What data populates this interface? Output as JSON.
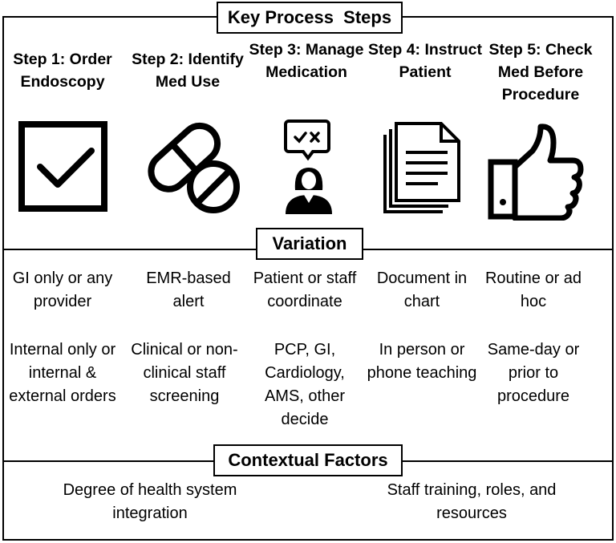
{
  "sections": {
    "key_process_title": "Key Process  Steps",
    "variation_title": "Variation",
    "contextual_title": "Contextual Factors"
  },
  "steps": [
    {
      "title": "Step 1: Order Endoscopy",
      "icon": "checkbox-icon"
    },
    {
      "title": "Step 2: Identify Med Use",
      "icon": "pills-icon"
    },
    {
      "title": "Step 3: Manage Medication",
      "icon": "person-speech-bubble-icon"
    },
    {
      "title": "Step 4: Instruct Patient",
      "icon": "documents-icon"
    },
    {
      "title": "Step 5: Check Med Before Procedure",
      "icon": "thumbs-up-icon"
    }
  ],
  "variation": [
    [
      "GI only or any provider",
      "Internal only or internal & external orders"
    ],
    [
      "EMR-based alert",
      "Clinical or non-clinical staff screening"
    ],
    [
      "Patient or staff coordinate",
      "PCP, GI, Cardiology, AMS, other decide"
    ],
    [
      "Document in chart",
      "In person or phone teaching"
    ],
    [
      "Routine or ad hoc",
      "Same-day or prior to procedure"
    ]
  ],
  "contextual_factors": [
    "Degree of health system integration",
    "Staff training, roles, and resources"
  ]
}
